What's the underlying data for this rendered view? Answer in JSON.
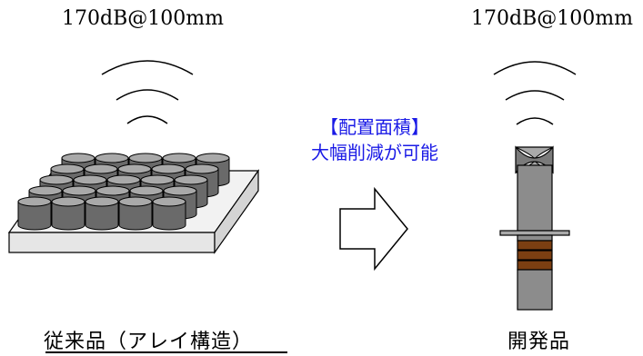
{
  "spl": {
    "left": "170dB@100mm",
    "right": "170dB@100mm"
  },
  "note": {
    "line1": "【配置面積】",
    "line2": "大幅削減が可能",
    "color": "#1a1ae6"
  },
  "captions": {
    "conventional": "従来品（アレイ構造）",
    "developed": "開発品"
  },
  "colors": {
    "cylinder_body": "#6a6a6a",
    "cylinder_top": "#a9a9a9",
    "housing": "#8c8c8c",
    "band": "#7b3f12",
    "base": "#f2f2f2"
  }
}
